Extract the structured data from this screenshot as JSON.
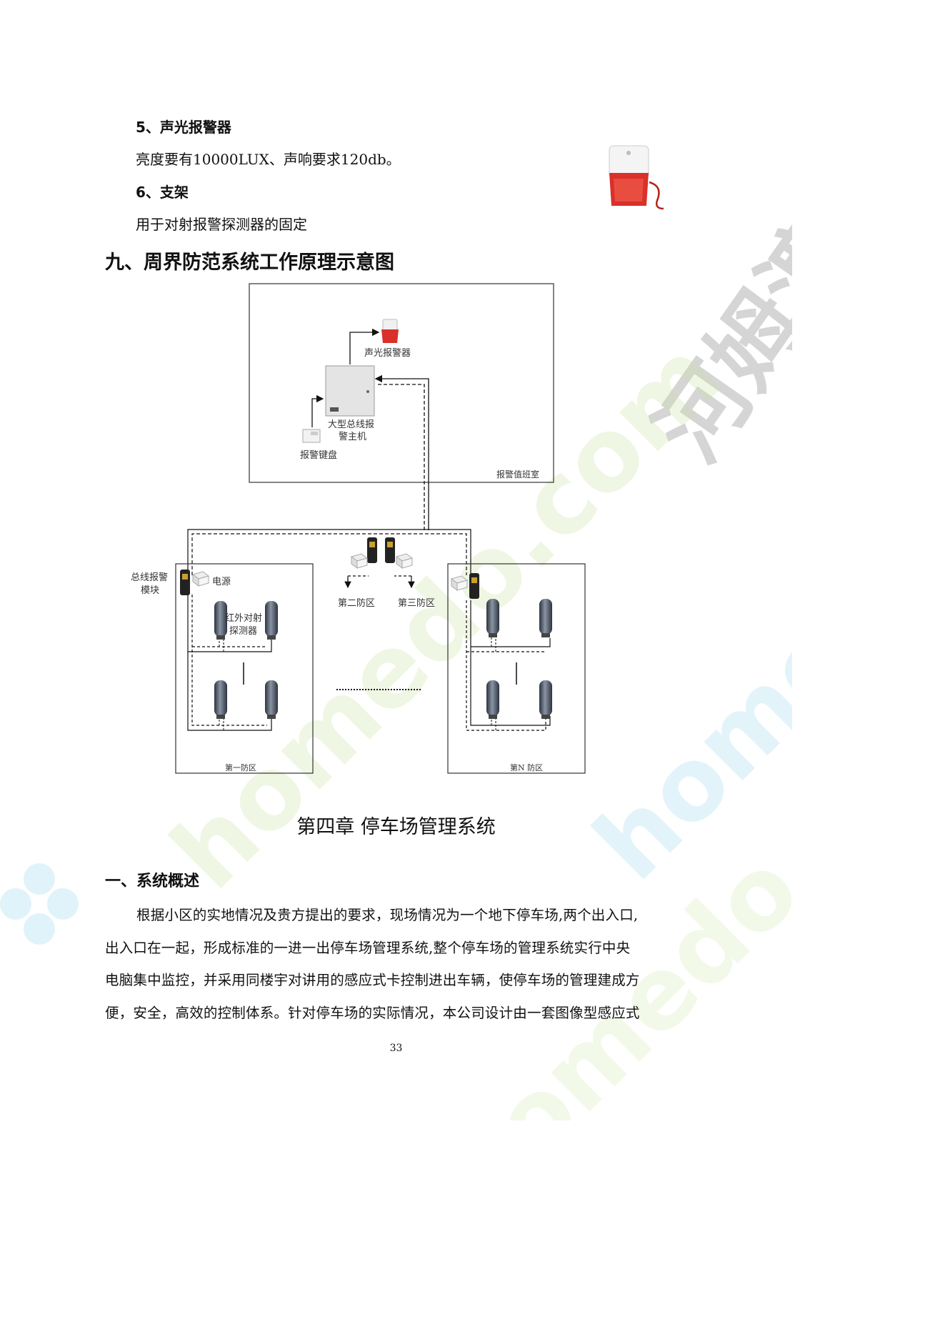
{
  "header": {
    "item5_title": "5、声光报警器",
    "item5_text": "亮度要有10000LUX、声响要求120db。",
    "item6_title": "6、支架",
    "item6_text": "用于对射报警探测器的固定"
  },
  "section9": {
    "title": "九、周界防范系统工作原理示意图"
  },
  "diagram": {
    "siren_label": "声光报警器",
    "host_line1": "大型总线报",
    "host_line2": "警主机",
    "keypad_label": "报警键盘",
    "duty_room_label": "报警值班室",
    "bus_module_line1": "总线报警",
    "bus_module_line2": "模块",
    "power_label": "电源",
    "ir_line1": "红外对射",
    "ir_line2": "探测器",
    "zone2_label": "第二防区",
    "zone3_label": "第三防区",
    "zone1_label": "第一防区",
    "zoneN_label": "第N 防区"
  },
  "chapter": {
    "title": "第四章  停车场管理系统"
  },
  "part1": {
    "title": "一、系统概述"
  },
  "body": {
    "line1": "根据小区的实地情况及贵方提出的要求，现场情况为一个地下停车场,两个出入口,",
    "line2": "出入口在一起，形成标准的一进一出停车场管理系统,整个停车场的管理系统实行中央",
    "line3": "电脑集中监控，并采用同楼宇对讲用的感应式卡控制进出车辆，使停车场的管理建成方",
    "line4": "便，安全，高效的控制体系。针对停车场的实际情况，本公司设计由一套图像型感应式"
  },
  "page_number": "33",
  "watermark": {
    "brand_cn": "河姆渡",
    "brand_en": "homedo.com",
    "color_cn": "#888888",
    "color_en_green": "#c8e6a0",
    "color_en_blue": "#9bd8f0"
  },
  "colors": {
    "siren_red": "#d9302a",
    "text": "#111111",
    "line": "#222222"
  }
}
